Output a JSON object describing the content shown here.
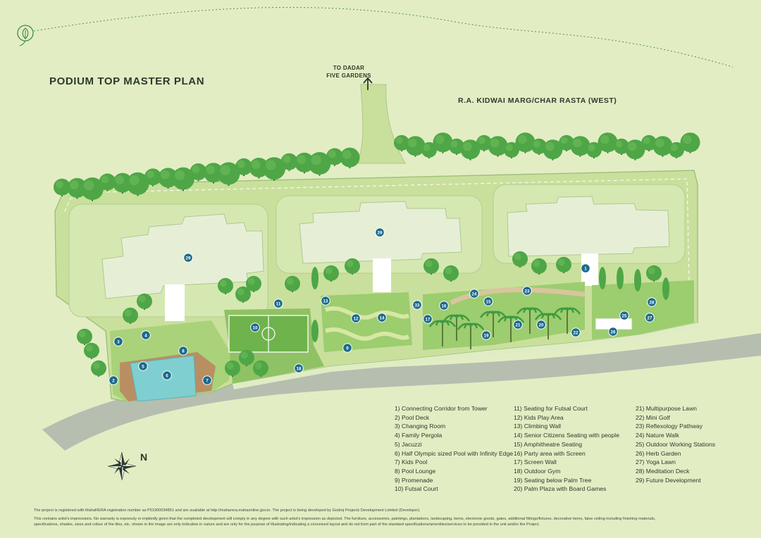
{
  "title": "PODIUM TOP MASTER PLAN",
  "road_label": "R.A. KIDWAI MARG/CHAR RASTA (WEST)",
  "direction_label": {
    "line1": "TO DADAR",
    "line2": "FIVE GARDENS"
  },
  "north_label": "N",
  "icons": {
    "logo": "leaf-icon",
    "compass": "compass-rose-icon",
    "arrow": "arrow-up-icon"
  },
  "colors": {
    "background": "#e3edc4",
    "podium": "#c9e09c",
    "road": "#b6beb0",
    "lawn": "#8fc264",
    "tree": "#4ea647",
    "marker": "#1d6a8a",
    "pool": "#7fcfd1"
  },
  "legend": [
    [
      "1) Connecting Corridor from Tower",
      "2) Pool Deck",
      "3) Changing Room",
      "4) Family Pergola",
      "5) Jacuzzi",
      "6) Half Olympic sized Pool with Infinity Edge",
      "7) Kids Pool",
      "8) Pool Lounge",
      "9) Promenade",
      "10) Futsal Court"
    ],
    [
      "11) Seating for Futsal Court",
      "12) Kids Play Area",
      "13) Climbing Wall",
      "14) Senior Citizens Seating with people",
      "15) Amphitheatre Seating",
      "16) Party area with Screen",
      "17) Screen Wall",
      "18) Outdoor Gym",
      "19) Seating below Palm Tree",
      "20) Palm Plaza with Board Games"
    ],
    [
      "21) Multipurpose Lawn",
      "22) Mini Golf",
      "23) Reflexology Pathway",
      "24) Nature Walk",
      "25) Outdoor Working Stations",
      "26) Herb Garden",
      "27) Yoga Lawn",
      "28) Meditation Deck",
      "29) Future Development"
    ]
  ],
  "markers": {
    "m1": "1",
    "m2": "2",
    "m3": "3",
    "m4": "4",
    "m5": "5",
    "m6": "6",
    "m7": "7",
    "m8": "8",
    "m9": "9",
    "m10": "10",
    "m11": "11",
    "m12": "12",
    "m13": "13",
    "m14": "14",
    "m15": "15",
    "m16": "16",
    "m17": "17",
    "m18": "18",
    "m19": "19",
    "m20": "20",
    "m21": "21",
    "m22": "22",
    "m23": "23",
    "m24": "24",
    "m25": "25",
    "m26": "26",
    "m27": "27",
    "m28": "28",
    "m29a": "29",
    "m29b": "29",
    "m33": "33"
  },
  "disclaimer": {
    "line1": "The project is registered with MahaRERA registration number as P51900034851 and are available at http://maharera.mahaonline.gov.in. The project is being developed by Godrej Projects Development Limited (Developer).",
    "line2": "This contains artist's impressions. No warranty is expressly or impliedly given that the completed development will comply in any degree with such artist's impression as depicted. The furniture, accessories, paintings, plantations, landscaping, items, electronic goods, gates, additional fittings/fixtures, decorative items, false ceiling including finishing materials,",
    "line3": "specifications, shades, sizes and colour of the tiles, etc. shown in the image are only indicative in nature and are only for the purpose of illustrating/indicating a conceived layout and do not form part of the standard specifications/amenities/services to be provided in the unit and/or the Project."
  }
}
